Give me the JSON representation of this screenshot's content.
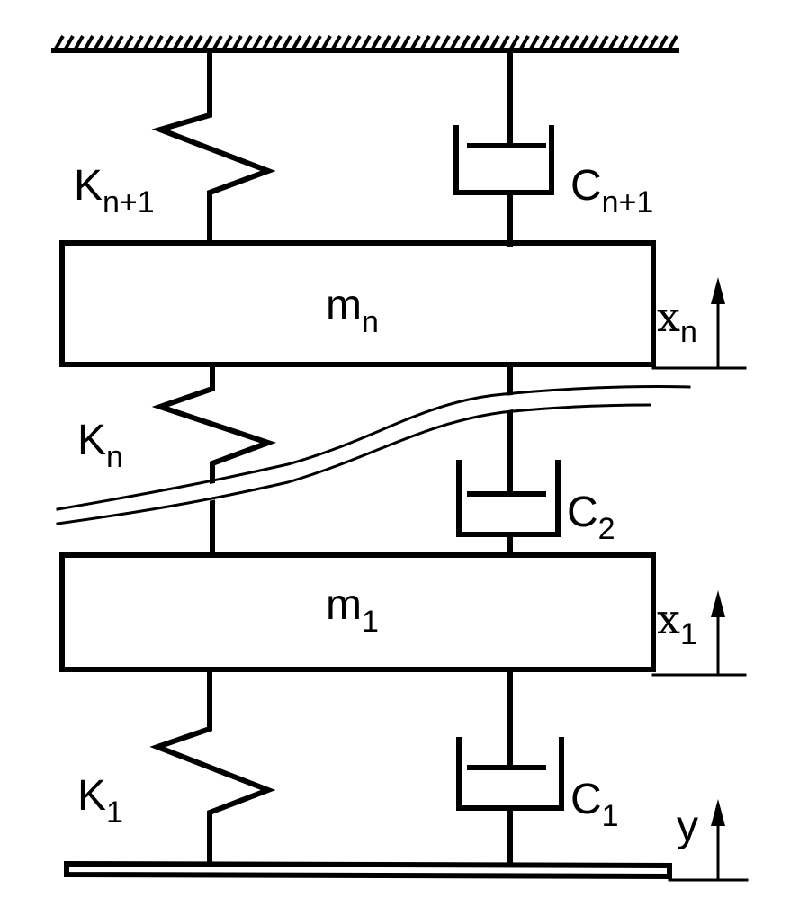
{
  "colors": {
    "ink": "#000000",
    "paper": "#ffffff"
  },
  "masses": {
    "upper": {
      "symbol": "m",
      "index": "n"
    },
    "lower": {
      "symbol": "m",
      "index": "1"
    }
  },
  "springs": {
    "top": {
      "symbol": "K",
      "index": "n+1"
    },
    "middle": {
      "symbol": "K",
      "index": "n"
    },
    "bottom": {
      "symbol": "K",
      "index": "1"
    }
  },
  "dampers": {
    "top": {
      "symbol": "C",
      "index": "n+1"
    },
    "middle": {
      "symbol": "C",
      "index": "2"
    },
    "bottom": {
      "symbol": "C",
      "index": "1"
    }
  },
  "displacements": {
    "upper": {
      "symbol": "x",
      "index": "n"
    },
    "lower": {
      "symbol": "x",
      "index": "1"
    },
    "base": {
      "symbol": "y"
    }
  },
  "icons": {
    "ground": "hatched-ground-icon",
    "break": "break-line-icon",
    "arrow": "arrow-up-icon"
  }
}
